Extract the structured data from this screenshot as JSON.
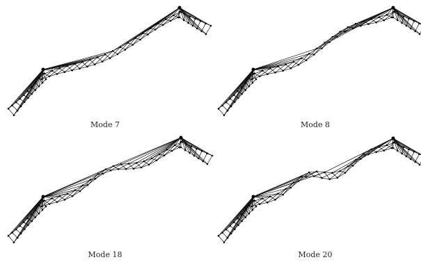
{
  "figure": {
    "panels": [
      {
        "caption": "Mode 7",
        "mode": 7
      },
      {
        "caption": "Mode 8",
        "mode": 8
      },
      {
        "caption": "Mode 18",
        "mode": 18
      },
      {
        "caption": "Mode 20",
        "mode": 20
      }
    ],
    "colors": {
      "line": "#111111",
      "node": "#000000",
      "background": "#ffffff"
    }
  }
}
